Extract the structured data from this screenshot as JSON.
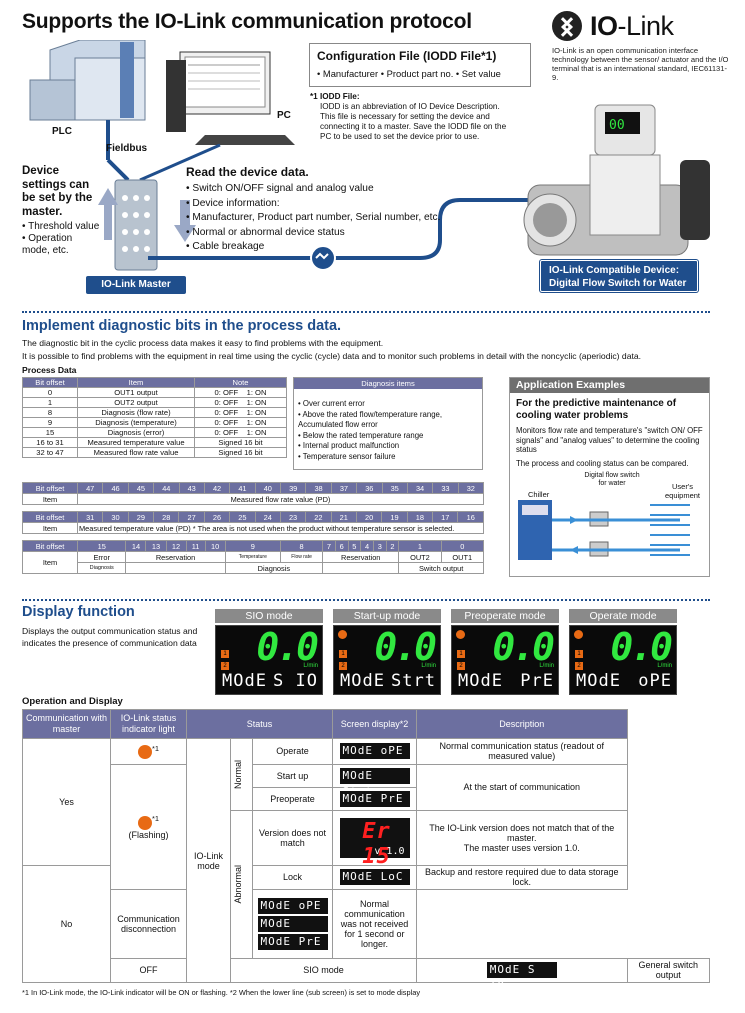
{
  "header": {
    "title": "Supports the IO-Link communication protocol",
    "logo_text_bold": "IO",
    "logo_text_rest": "-Link",
    "logo_desc": "IO-Link is an open communication interface technology between the sensor/ actuator and the I/O terminal that is an international standard, IEC61131-9."
  },
  "config": {
    "title": "Configuration File (IODD File*1)",
    "items": "• Manufacturer  • Product part no.  • Set value",
    "note_head": "*1  IODD File:",
    "note_body": "IODD is an abbreviation of IO Device Description. This file is necessary for setting the device and connecting it to a master. Save the IODD file on the PC to be used to set the device prior to use."
  },
  "diagram": {
    "plc": "PLC",
    "pc": "PC",
    "fieldbus": "Fieldbus",
    "master": "IO-Link Master",
    "compat_line1": "IO-Link Compatible Device:",
    "compat_line2": "Digital Flow Switch for Water"
  },
  "device_settings": {
    "title": "Device settings can be set by the master.",
    "items": [
      "Threshold value",
      "Operation mode, etc."
    ]
  },
  "read": {
    "title": "Read the device data.",
    "items": [
      "Switch ON/OFF signal and analog value",
      "Device information:",
      "Manufacturer, Product part number, Serial number, etc.",
      "Normal or abnormal device status",
      "Cable breakage"
    ]
  },
  "diag": {
    "title": "Implement diagnostic bits in the process data.",
    "line1": "The diagnostic bit in the cyclic process data makes it easy to find problems with the equipment.",
    "line2": "It is possible to find problems with the equipment in real time using the cyclic (cycle) data and to monitor such problems in detail with the noncyclic (aperiodic) data.",
    "process_label": "Process Data",
    "pd_headers": [
      "Bit offset",
      "Item",
      "Note"
    ],
    "pd_rows": [
      [
        "0",
        "OUT1 output",
        "0: OFF    1: ON"
      ],
      [
        "1",
        "OUT2 output",
        "0: OFF    1: ON"
      ],
      [
        "8",
        "Diagnosis (flow rate)",
        "0: OFF    1: ON"
      ],
      [
        "9",
        "Diagnosis (temperature)",
        "0: OFF    1: ON"
      ],
      [
        "15",
        "Diagnosis (error)",
        "0: OFF    1: ON"
      ],
      [
        "16 to 31",
        "Measured temperature value",
        "Signed 16 bit"
      ],
      [
        "32 to 47",
        "Measured flow rate value",
        "Signed 16 bit"
      ]
    ],
    "diag_items_title": "Diagnosis items",
    "diag_items": [
      "Over current error",
      "Above the rated flow/temperature range, Accumulated flow error",
      "Below the rated temperature range",
      "Internal product malfunction",
      "Temperature sensor failure"
    ],
    "bit_label": "Bit offset",
    "item_label": "Item",
    "bits1": [
      "47",
      "46",
      "45",
      "44",
      "43",
      "42",
      "41",
      "40",
      "39",
      "38",
      "37",
      "36",
      "35",
      "34",
      "33",
      "32"
    ],
    "bits1_item": "Measured flow rate value (PD)",
    "bits2": [
      "31",
      "30",
      "29",
      "28",
      "27",
      "26",
      "25",
      "24",
      "23",
      "22",
      "21",
      "20",
      "19",
      "18",
      "17",
      "16"
    ],
    "bits2_item": "Measured temperature value (PD)   * The area is not used when the product without temperature sensor is selected.",
    "bits3": [
      "15",
      "14",
      "13",
      "12",
      "11",
      "10",
      "9",
      "8",
      "7",
      "6",
      "5",
      "4",
      "3",
      "2",
      "1",
      "0"
    ],
    "bits3_error": "Error",
    "bits3_res1": "Reservation",
    "bits3_temp": "Temperature",
    "bits3_flow": "Flow rate",
    "bits3_res2": "Reservation",
    "bits3_out2": "OUT2",
    "bits3_out1": "OUT1",
    "bits3_sub_diag": "Diagnosis",
    "bits3_sub_diag2": "Diagnosis",
    "bits3_sub_sw": "Switch output"
  },
  "app": {
    "header": "Application Examples",
    "title": "For the predictive maintenance of cooling water problems",
    "p1": "Monitors flow rate and temperature's \"switch ON/ OFF signals\" and \"analog values\" to determine the cooling status",
    "p2": "The process and cooling status can be compared.",
    "chiller": "Chiller",
    "flow": "Digital flow switch for water",
    "user": "User's equipment"
  },
  "display": {
    "title": "Display function",
    "desc": "Displays the output communication status and indicates the presence of communication data",
    "modes": [
      {
        "name": "SIO mode",
        "big": "0.0",
        "bot1": "MOdE",
        "bot2": "S IO"
      },
      {
        "name": "Start-up mode",
        "big": "0.0",
        "bot1": "MOdE",
        "bot2": "Strt"
      },
      {
        "name": "Preoperate mode",
        "big": "0.0",
        "bot1": "MOdE",
        "bot2": "PrE"
      },
      {
        "name": "Operate mode",
        "big": "0.0",
        "bot1": "MOdE",
        "bot2": "oPE"
      }
    ],
    "unit": "L/min",
    "ind1": "1",
    "ind2": "2"
  },
  "op": {
    "title": "Operation and Display",
    "h_comm": "Communication with master",
    "h_light": "IO-Link status indicator light",
    "h_status": "Status",
    "h_screen": "Screen display*2",
    "h_desc": "Description",
    "yes": "Yes",
    "no": "No",
    "off": "OFF",
    "iolink_mode": "IO-Link mode",
    "normal": "Normal",
    "abnormal": "Abnormal",
    "flashing": "(Flashing)",
    "star1": "*1",
    "operate": "Operate",
    "startup": "Start up",
    "preoperate": "Preoperate",
    "version": "Version does not match",
    "lock": "Lock",
    "disconnect": "Communication disconnection",
    "sio": "SIO mode",
    "scr_ope": "MOdE  oPE",
    "scr_strt": "MOdE  Strt",
    "scr_pre": "MOdE  PrE",
    "scr_er": "Er 15",
    "scr_ver": "v 1.0",
    "scr_loc": "MOdE  LoC",
    "scr_sio": "MOdE  S IO",
    "d_operate": "Normal communication status (readout of measured value)",
    "d_start": "At the start of communication",
    "d_ver1": "The IO-Link version does not match that of the master.",
    "d_ver2": "The master uses version 1.0.",
    "d_lock": "Backup and restore required due to data storage lock.",
    "d_disc": "Normal communication was not received for 1 second or longer.",
    "d_sio": "General switch output"
  },
  "footnote": "*1  In IO-Link mode, the IO-Link indicator will be ON or flashing.    *2  When the lower line (sub screen) is set to mode display"
}
